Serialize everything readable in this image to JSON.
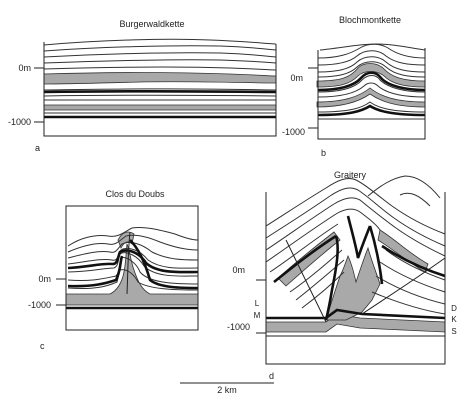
{
  "panels": [
    {
      "id": "a",
      "title": "Burgerwaldkette",
      "letter": "a",
      "depth_labels": [
        "0m",
        "-1000"
      ]
    },
    {
      "id": "b",
      "title": "Blochmontkette",
      "letter": "b",
      "depth_labels": [
        "0m",
        "-1000"
      ]
    },
    {
      "id": "c",
      "title": "Clos du Doubs",
      "letter": "c",
      "depth_labels": [
        "0m",
        "-1000"
      ]
    },
    {
      "id": "d",
      "title": "Graitery",
      "letter": "d",
      "depth_labels": [
        "0m",
        "-1000"
      ],
      "unit_labels_left": [
        "L",
        "M"
      ],
      "unit_labels_right": [
        "D",
        "K",
        "S"
      ]
    }
  ],
  "scale_bar": {
    "label": "2 km"
  },
  "colors": {
    "fill_grey": "#a9a9a9",
    "line": "#222222"
  }
}
